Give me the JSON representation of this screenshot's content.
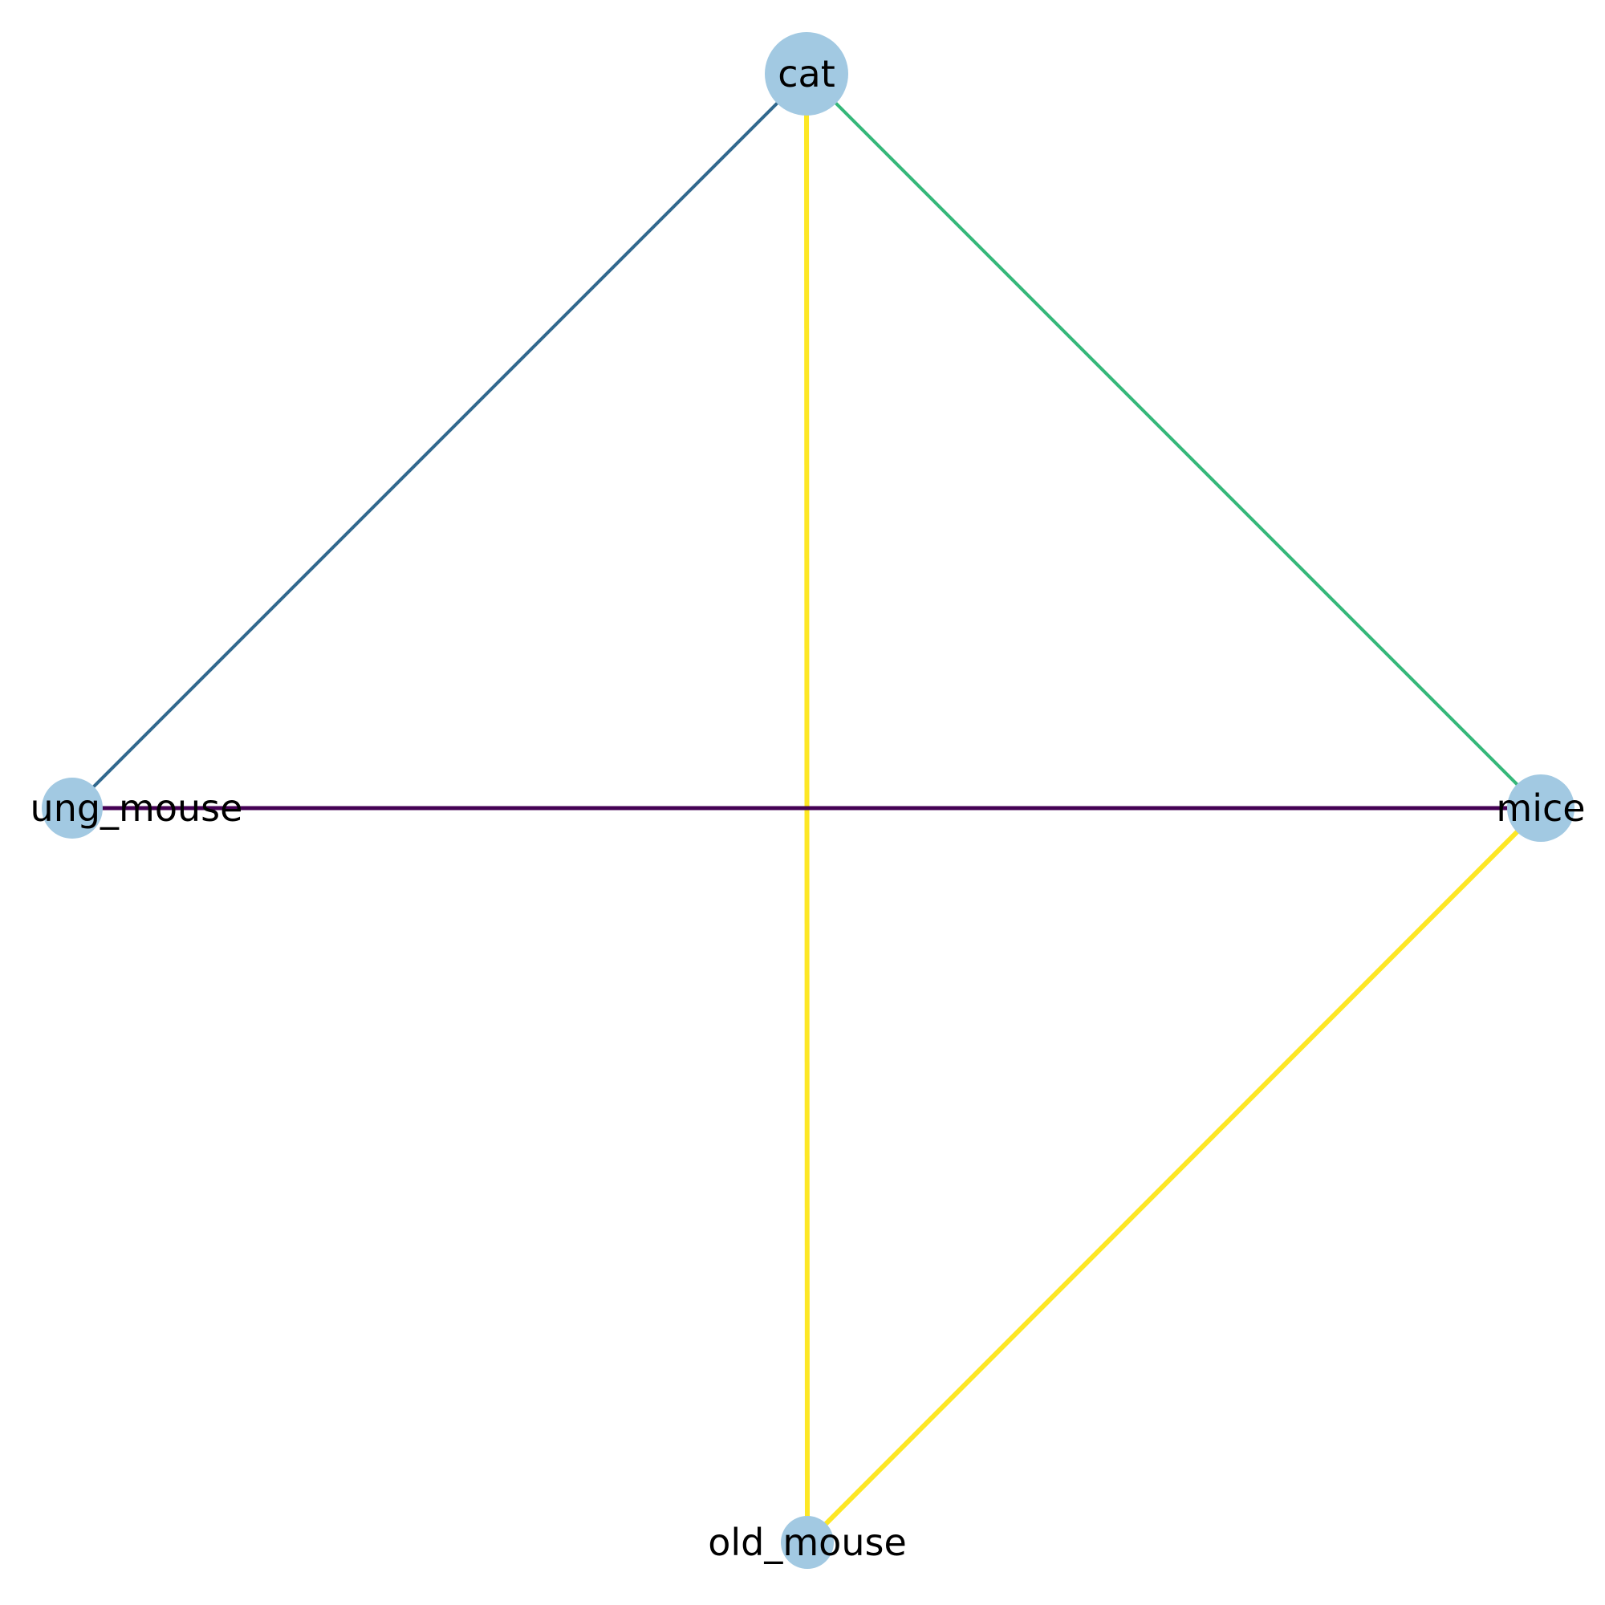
{
  "graph": {
    "node_color": "#a2c9e2",
    "label_color": "#000000",
    "nodes": [
      {
        "id": "cat",
        "label": "cat"
      },
      {
        "id": "young_mouse",
        "label": "ung_mouse"
      },
      {
        "id": "mice",
        "label": "mice"
      },
      {
        "id": "old_mouse",
        "label": "old_mouse"
      }
    ],
    "edges": [
      {
        "source": "cat",
        "target": "young_mouse",
        "color": "#31688e"
      },
      {
        "source": "cat",
        "target": "mice",
        "color": "#35b779"
      },
      {
        "source": "cat",
        "target": "old_mouse",
        "color": "#fde725"
      },
      {
        "source": "young_mouse",
        "target": "mice",
        "color": "#440154"
      },
      {
        "source": "mice",
        "target": "old_mouse",
        "color": "#fde725"
      }
    ]
  }
}
